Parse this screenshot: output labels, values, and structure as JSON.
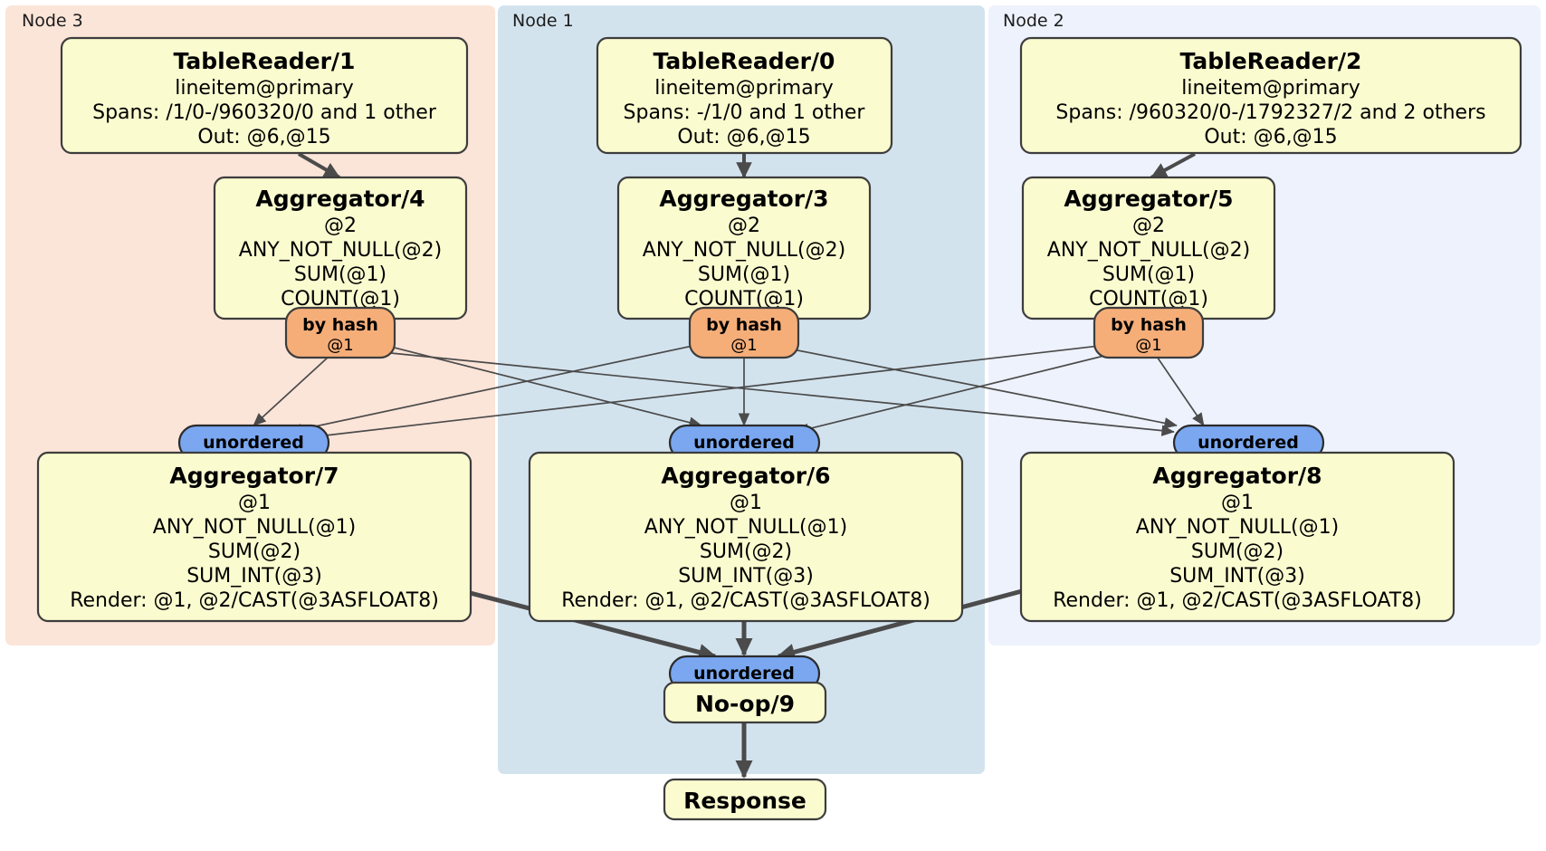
{
  "diagram": {
    "title": "Distributed SQL query execution plan",
    "colors": {
      "node3_panel": "#fbe4d8",
      "node1_panel": "#d3e3ee",
      "node2_panel": "#edf2fc",
      "processor_box": "#fbfbd0",
      "hash_badge": "#f6ae79",
      "unordered_badge": "#7aa7f0",
      "edge": "#4b4b4b",
      "background": "#ffffff"
    },
    "panels": [
      {
        "id": "node3",
        "label": "Node 3"
      },
      {
        "id": "node1",
        "label": "Node 1"
      },
      {
        "id": "node2",
        "label": "Node 2"
      }
    ],
    "nodes": {
      "tablereader1": {
        "title": "TableReader/1",
        "lines": [
          "lineitem@primary",
          "Spans: /1/0-/960320/0 and 1 other",
          "Out: @6,@15"
        ]
      },
      "tablereader0": {
        "title": "TableReader/0",
        "lines": [
          "lineitem@primary",
          "Spans: -/1/0 and 1 other",
          "Out: @6,@15"
        ]
      },
      "tablereader2": {
        "title": "TableReader/2",
        "lines": [
          "lineitem@primary",
          "Spans: /960320/0-/1792327/2 and 2 others",
          "Out: @6,@15"
        ]
      },
      "aggregator4": {
        "title": "Aggregator/4",
        "lines": [
          "@2",
          "ANY_NOT_NULL(@2)",
          "SUM(@1)",
          "COUNT(@1)"
        ]
      },
      "aggregator3": {
        "title": "Aggregator/3",
        "lines": [
          "@2",
          "ANY_NOT_NULL(@2)",
          "SUM(@1)",
          "COUNT(@1)"
        ]
      },
      "aggregator5": {
        "title": "Aggregator/5",
        "lines": [
          "@2",
          "ANY_NOT_NULL(@2)",
          "SUM(@1)",
          "COUNT(@1)"
        ]
      },
      "aggregator7": {
        "title": "Aggregator/7",
        "lines": [
          "@1",
          "ANY_NOT_NULL(@1)",
          "SUM(@2)",
          "SUM_INT(@3)",
          "Render: @1, @2/CAST(@3ASFLOAT8)"
        ]
      },
      "aggregator6": {
        "title": "Aggregator/6",
        "lines": [
          "@1",
          "ANY_NOT_NULL(@1)",
          "SUM(@2)",
          "SUM_INT(@3)",
          "Render: @1, @2/CAST(@3ASFLOAT8)"
        ]
      },
      "aggregator8": {
        "title": "Aggregator/8",
        "lines": [
          "@1",
          "ANY_NOT_NULL(@1)",
          "SUM(@2)",
          "SUM_INT(@3)",
          "Render: @1, @2/CAST(@3ASFLOAT8)"
        ]
      },
      "noop9": {
        "title": "No-op/9",
        "lines": []
      },
      "response": {
        "title": "Response",
        "lines": []
      }
    },
    "badges": {
      "hash_left": {
        "title": "by hash",
        "sub": "@1"
      },
      "hash_center": {
        "title": "by hash",
        "sub": "@1"
      },
      "hash_right": {
        "title": "by hash",
        "sub": "@1"
      },
      "unordered_left": {
        "title": "unordered"
      },
      "unordered_center": {
        "title": "unordered"
      },
      "unordered_right": {
        "title": "unordered"
      },
      "unordered_final": {
        "title": "unordered"
      }
    }
  }
}
